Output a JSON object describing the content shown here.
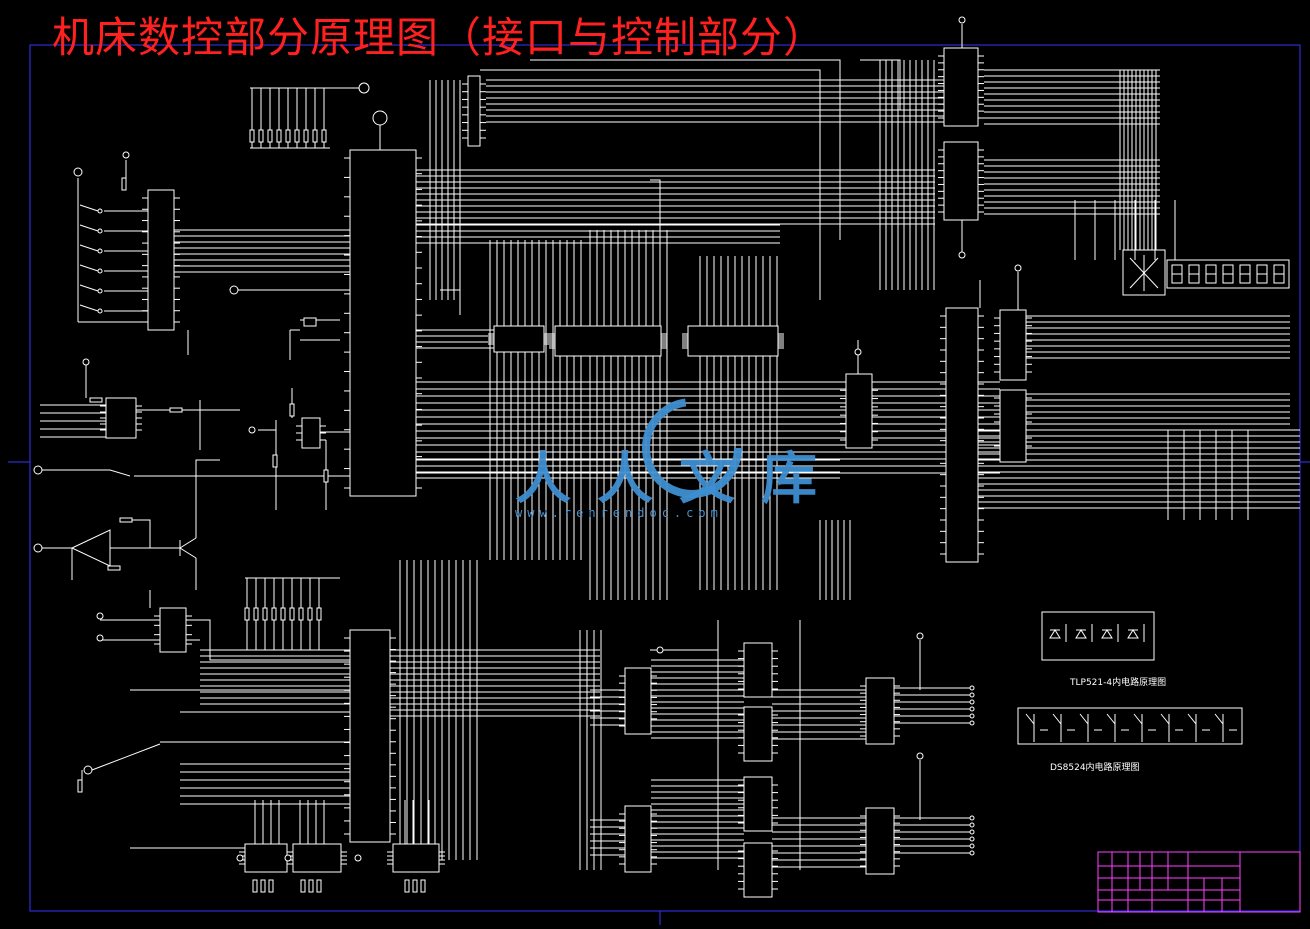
{
  "title": "机床数控部分原理图（接口与控制部分）",
  "watermark": {
    "text": "人人文库",
    "url": "www.renrendoc.com",
    "color": "#3f8fd0"
  },
  "labels": {
    "tlp": "TLP521-4内电路原理图",
    "ds": "DS8524内电路原理图"
  },
  "colors": {
    "background": "#000000",
    "wire": "#ffffff",
    "title": "#ff2020",
    "border": "#3333ff",
    "titleblock": "#ff40ff"
  }
}
